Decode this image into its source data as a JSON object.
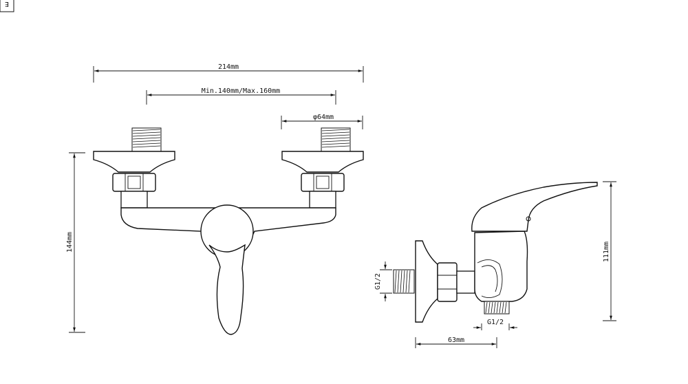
{
  "corner_mark": "E",
  "front_view": {
    "overall_width": "214mm",
    "center_distance": "Min.140mm/Max.160mm",
    "flange_diameter": "φ64mm",
    "height": "144mm"
  },
  "side_view": {
    "height": "111mm",
    "inlet_thread": "G1/2",
    "outlet_thread": "G1/2",
    "depth": "63mm"
  }
}
